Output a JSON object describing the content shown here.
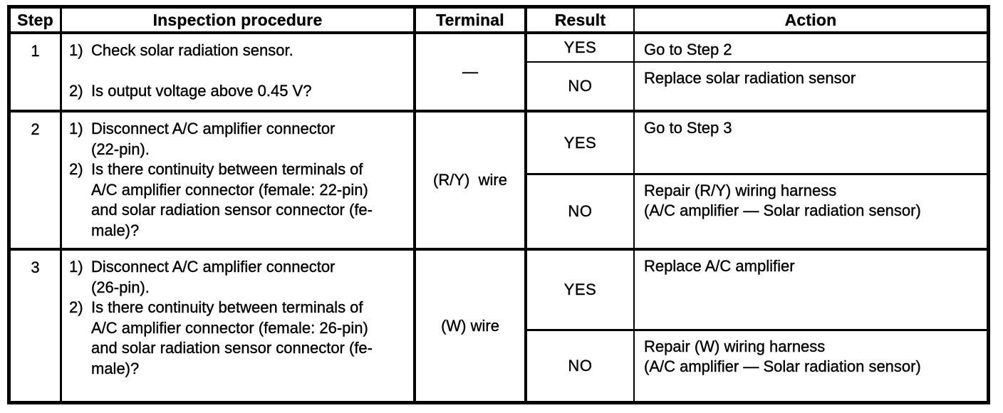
{
  "table": {
    "headers": {
      "step": "Step",
      "procedure": "Inspection procedure",
      "terminal": "Terminal",
      "result": "Result",
      "action": "Action"
    },
    "rows": [
      {
        "step": "1",
        "procedure": [
          {
            "marker": "1)",
            "text": "Check solar radiation sensor."
          },
          {
            "marker": "2)",
            "text": "Is output voltage above 0.45 V?"
          }
        ],
        "terminal": "—",
        "outcomes": [
          {
            "result": "YES",
            "action": "Go to Step 2"
          },
          {
            "result": "NO",
            "action": "Replace solar radiation sensor"
          }
        ]
      },
      {
        "step": "2",
        "procedure": [
          {
            "marker": "1)",
            "text": "Disconnect A/C amplifier connector\n(22-pin)."
          },
          {
            "marker": "2)",
            "text": "Is there continuity between terminals of\nA/C amplifier connector (female: 22-pin)\nand solar radiation sensor connector (fe-\nmale)?"
          }
        ],
        "terminal": "(R/Y)  wire",
        "outcomes": [
          {
            "result": "YES",
            "action": "Go to Step 3"
          },
          {
            "result": "NO",
            "action": "Repair (R/Y) wiring harness\n(A/C amplifier — Solar radiation sensor)"
          }
        ]
      },
      {
        "step": "3",
        "procedure": [
          {
            "marker": "1)",
            "text": "Disconnect A/C amplifier connector\n(26-pin)."
          },
          {
            "marker": "2)",
            "text": "Is there continuity between terminals of\nA/C amplifier connector (female: 26-pin)\nand solar radiation sensor connector (fe-\nmale)?"
          }
        ],
        "terminal": "(W) wire",
        "outcomes": [
          {
            "result": "YES",
            "action": "Replace A/C amplifier"
          },
          {
            "result": "NO",
            "action": "Repair (W) wiring harness\n(A/C amplifier — Solar radiation sensor)"
          }
        ]
      }
    ]
  }
}
